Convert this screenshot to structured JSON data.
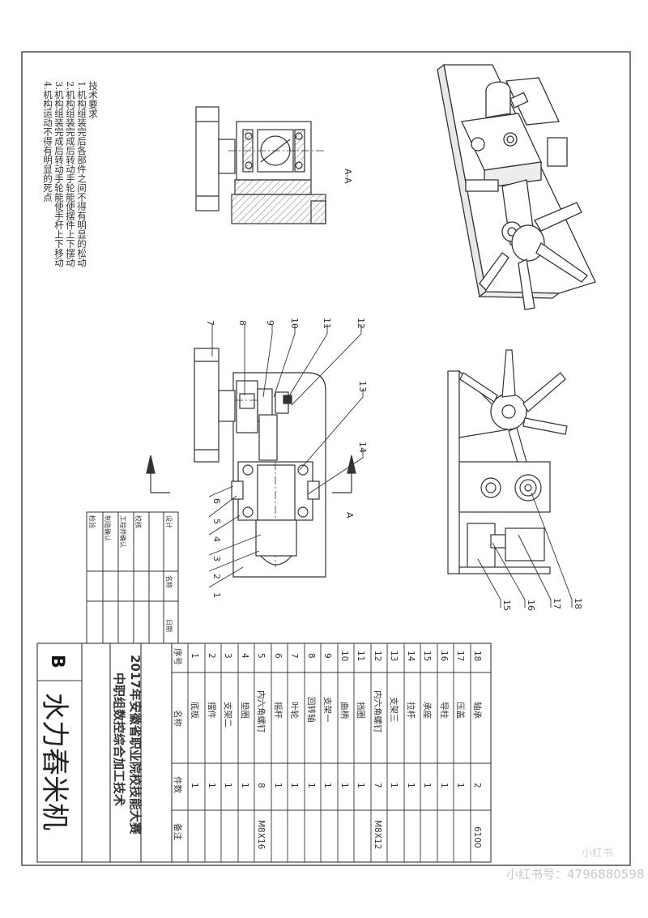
{
  "tech_requirements": {
    "title": "技术要求",
    "items": [
      "1.机构组装完后各部件之间不得有明显的松动",
      "2.机构组装完成后转动手轮能使摆件上下摆动",
      "3.机构组装完成后转动手轮能使手杆上下移动",
      "4.机构运动不得有明显的死点"
    ]
  },
  "section_label": "A-A",
  "view_arrow_label": "A",
  "balloons": [
    "1",
    "2",
    "3",
    "4",
    "5",
    "6",
    "7",
    "8",
    "9",
    "10",
    "11",
    "12",
    "13",
    "14",
    "15",
    "16",
    "17",
    "18"
  ],
  "signature_block": {
    "designer": "设计",
    "checker": "校核",
    "process": "工程师确认",
    "approve": "制造确认",
    "inspect": "检验",
    "name_label": "名称",
    "date_label": "日期"
  },
  "title_block": {
    "competition_line1": "2017年安徽省职业院校技能大赛",
    "competition_line2": "中职组数控综合加工技术",
    "sheet_letter": "B",
    "drawing_name": "水力舂米机"
  },
  "bom": {
    "headers": {
      "index": "序号",
      "name": "名称",
      "qty": "件数",
      "remark": "备注"
    },
    "rows": [
      {
        "index": "1",
        "name": "底板",
        "qty": "1",
        "remark": ""
      },
      {
        "index": "2",
        "name": "摆件",
        "qty": "1",
        "remark": ""
      },
      {
        "index": "3",
        "name": "支架二",
        "qty": "1",
        "remark": ""
      },
      {
        "index": "4",
        "name": "垫圈",
        "qty": "1",
        "remark": ""
      },
      {
        "index": "5",
        "name": "内六角螺钉",
        "qty": "8",
        "remark": "M8X16"
      },
      {
        "index": "6",
        "name": "摇杆",
        "qty": "1",
        "remark": ""
      },
      {
        "index": "7",
        "name": "叶轮",
        "qty": "1",
        "remark": ""
      },
      {
        "index": "8",
        "name": "回转轴",
        "qty": "1",
        "remark": ""
      },
      {
        "index": "9",
        "name": "支架一",
        "qty": "1",
        "remark": ""
      },
      {
        "index": "10",
        "name": "曲柄",
        "qty": "1",
        "remark": ""
      },
      {
        "index": "11",
        "name": "挡圈",
        "qty": "1",
        "remark": ""
      },
      {
        "index": "12",
        "name": "内六角螺钉",
        "qty": "7",
        "remark": "M8X12"
      },
      {
        "index": "13",
        "name": "支架三",
        "qty": "1",
        "remark": ""
      },
      {
        "index": "14",
        "name": "拉杆",
        "qty": "1",
        "remark": ""
      },
      {
        "index": "15",
        "name": "承座",
        "qty": "1",
        "remark": ""
      },
      {
        "index": "16",
        "name": "导柱",
        "qty": "1",
        "remark": ""
      },
      {
        "index": "17",
        "name": "压盖",
        "qty": "1",
        "remark": ""
      },
      {
        "index": "18",
        "name": "轴承",
        "qty": "2",
        "remark": "6100"
      }
    ]
  },
  "watermark": "小红书号：4796880598",
  "watermark_small": "小红书"
}
